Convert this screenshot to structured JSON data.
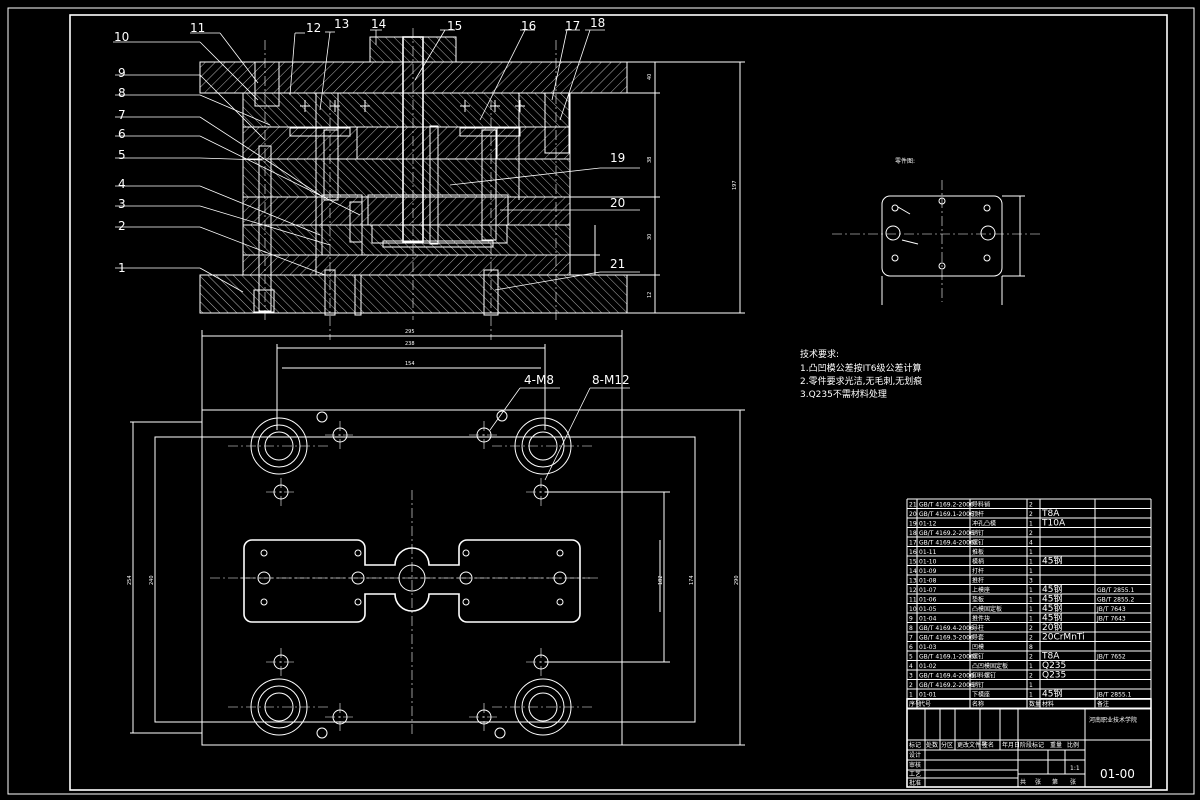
{
  "drawing_number": "01-00",
  "school": "河南职业技术学院",
  "scale": "1:1",
  "notes": {
    "heading": "技术要求:",
    "items": [
      "1.凸凹模公差按IT6级公差计算",
      "2.零件要求光洁,无毛刺,无划痕",
      "3.Q235不需材料处理"
    ]
  },
  "part_view_label": "零件图:",
  "hole_callouts": [
    "4-M8",
    "8-M12"
  ],
  "balloons": [
    "1",
    "2",
    "3",
    "4",
    "5",
    "6",
    "7",
    "8",
    "9",
    "10",
    "11",
    "12",
    "13",
    "14",
    "15",
    "16",
    "17",
    "18",
    "19",
    "20",
    "21"
  ],
  "dimensions": {
    "plan_width": "295",
    "plan_inner1": "238",
    "plan_inner2": "154",
    "plan_height": "290",
    "plan_h1": "254",
    "plan_h2": "240",
    "plan_h3": "182",
    "plan_h4": "174",
    "section_h1": "40",
    "section_h2": "30",
    "section_h3": "12",
    "section_h4": "38",
    "section_total": "197"
  },
  "bom": [
    {
      "no": "21",
      "code": "GB/T 4169.2-2006",
      "name": "导料销",
      "qty": "2",
      "material": "",
      "note": ""
    },
    {
      "no": "20",
      "code": "GB/T 4169.1-2006",
      "name": "顶杆",
      "qty": "2",
      "material": "T8A",
      "note": ""
    },
    {
      "no": "19",
      "code": "01-12",
      "name": "冲孔凸模",
      "qty": "1",
      "material": "T10A",
      "note": ""
    },
    {
      "no": "18",
      "code": "GB/T 4169.2-2006",
      "name": "销钉",
      "qty": "2",
      "material": "",
      "note": ""
    },
    {
      "no": "17",
      "code": "GB/T 4169.4-2006",
      "name": "螺钉",
      "qty": "4",
      "material": "",
      "note": ""
    },
    {
      "no": "16",
      "code": "01-11",
      "name": "推板",
      "qty": "1",
      "material": "",
      "note": ""
    },
    {
      "no": "15",
      "code": "01-10",
      "name": "模柄",
      "qty": "1",
      "material": "45钢",
      "note": ""
    },
    {
      "no": "14",
      "code": "01-09",
      "name": "打杆",
      "qty": "1",
      "material": "",
      "note": ""
    },
    {
      "no": "13",
      "code": "01-08",
      "name": "推杆",
      "qty": "3",
      "material": "",
      "note": ""
    },
    {
      "no": "12",
      "code": "01-07",
      "name": "上模座",
      "qty": "1",
      "material": "45钢",
      "note": "GB/T 2855.1"
    },
    {
      "no": "11",
      "code": "01-06",
      "name": "垫板",
      "qty": "1",
      "material": "45钢",
      "note": "GB/T 2855.2"
    },
    {
      "no": "10",
      "code": "01-05",
      "name": "凸模固定板",
      "qty": "1",
      "material": "45钢",
      "note": "JB/T 7643"
    },
    {
      "no": "9",
      "code": "01-04",
      "name": "推件块",
      "qty": "1",
      "material": "45钢",
      "note": "JB/T 7643"
    },
    {
      "no": "8",
      "code": "GB/T 4169.4-2006",
      "name": "导柱",
      "qty": "2",
      "material": "20钢",
      "note": ""
    },
    {
      "no": "7",
      "code": "GB/T 4169.3-2006",
      "name": "导套",
      "qty": "2",
      "material": "20CrMnTi",
      "note": ""
    },
    {
      "no": "6",
      "code": "01-03",
      "name": "凹模",
      "qty": "8",
      "material": "",
      "note": ""
    },
    {
      "no": "5",
      "code": "GB/T 4169.1-2006",
      "name": "螺钉",
      "qty": "2",
      "material": "T8A",
      "note": "JB/T 7652"
    },
    {
      "no": "4",
      "code": "01-02",
      "name": "凸凹模固定板",
      "qty": "1",
      "material": "Q235",
      "note": ""
    },
    {
      "no": "3",
      "code": "GB/T 4169.4-2006",
      "name": "卸料螺钉",
      "qty": "2",
      "material": "Q235",
      "note": ""
    },
    {
      "no": "2",
      "code": "GB/T 4169.2-2006",
      "name": "销钉",
      "qty": "1",
      "material": "",
      "note": ""
    },
    {
      "no": "1",
      "code": "01-01",
      "name": "下模座",
      "qty": "1",
      "material": "45钢",
      "note": "JB/T 2855.1"
    }
  ],
  "bom_header": [
    "序号",
    "代号",
    "名称",
    "数量",
    "材料",
    "备注"
  ],
  "title_block": {
    "labels": [
      "标记",
      "处数",
      "分区",
      "更改文件号",
      "签名",
      "年月日"
    ],
    "roles": [
      "设计",
      "审核",
      "工艺",
      "批准"
    ],
    "stage_labels": [
      "阶段标记",
      "重量",
      "比例"
    ],
    "sheet": [
      "共",
      "张",
      "第",
      "张"
    ]
  }
}
